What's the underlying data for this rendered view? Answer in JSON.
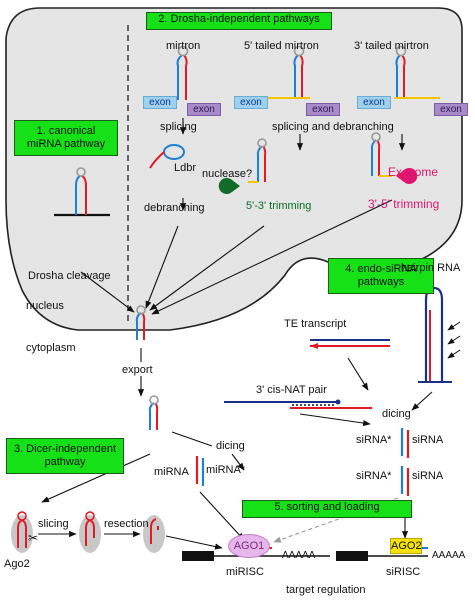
{
  "boxes": {
    "drosha_independent": "2. Drosha-independent pathways",
    "canonical": "1. canonical miRNA pathway",
    "endo_sirna": "4. endo-siRNA pathways",
    "dicer_independent": "3. Dicer-independent pathway",
    "sorting": "5. sorting and loading"
  },
  "labels": {
    "mirtron": "mirtron",
    "five_tailed": "5' tailed mirtron",
    "three_tailed": "3' tailed mirtron",
    "exon": "exon",
    "splicing": "splicing",
    "splicing_debranching": "splicing and debranching",
    "ldbr": "Ldbr",
    "debranching": "debranching",
    "nuclease": "nuclease?",
    "five_trim": "5'-3' trimming",
    "exosome": "Exosome",
    "three_trim": "3'-5' trimming",
    "drosha_cleavage": "Drosha cleavage",
    "nucleus": "nucleus",
    "cytoplasm": "cytoplasm",
    "export": "export",
    "te_transcript": "TE transcript",
    "hairpin_rna": "hairpin RNA",
    "cis_nat": "3' cis-NAT pair",
    "dicing_right": "dicing",
    "dicing_left": "dicing",
    "mirna": "miRNA",
    "mirna_star": "miRNA*",
    "sirna_star_1": "siRNA*",
    "sirna_1": "siRNA",
    "sirna_star_2": "siRNA*",
    "sirna_2": "siRNA",
    "slicing": "slicing",
    "resection": "resection",
    "ago2_left": "Ago2",
    "ago1": "AGO1",
    "ago2": "AGO2",
    "aaaaa_1": "AAAAA",
    "aaaaa_2": "AAAAA",
    "mirisc": "miRISC",
    "sirisc": "siRISC",
    "target_regulation": "target regulation"
  },
  "colors": {
    "box_green": "#16e016",
    "rna_red": "#e01b24",
    "rna_blue": "#1f7fd6",
    "nucleus_fill": "#e5e5e5"
  }
}
